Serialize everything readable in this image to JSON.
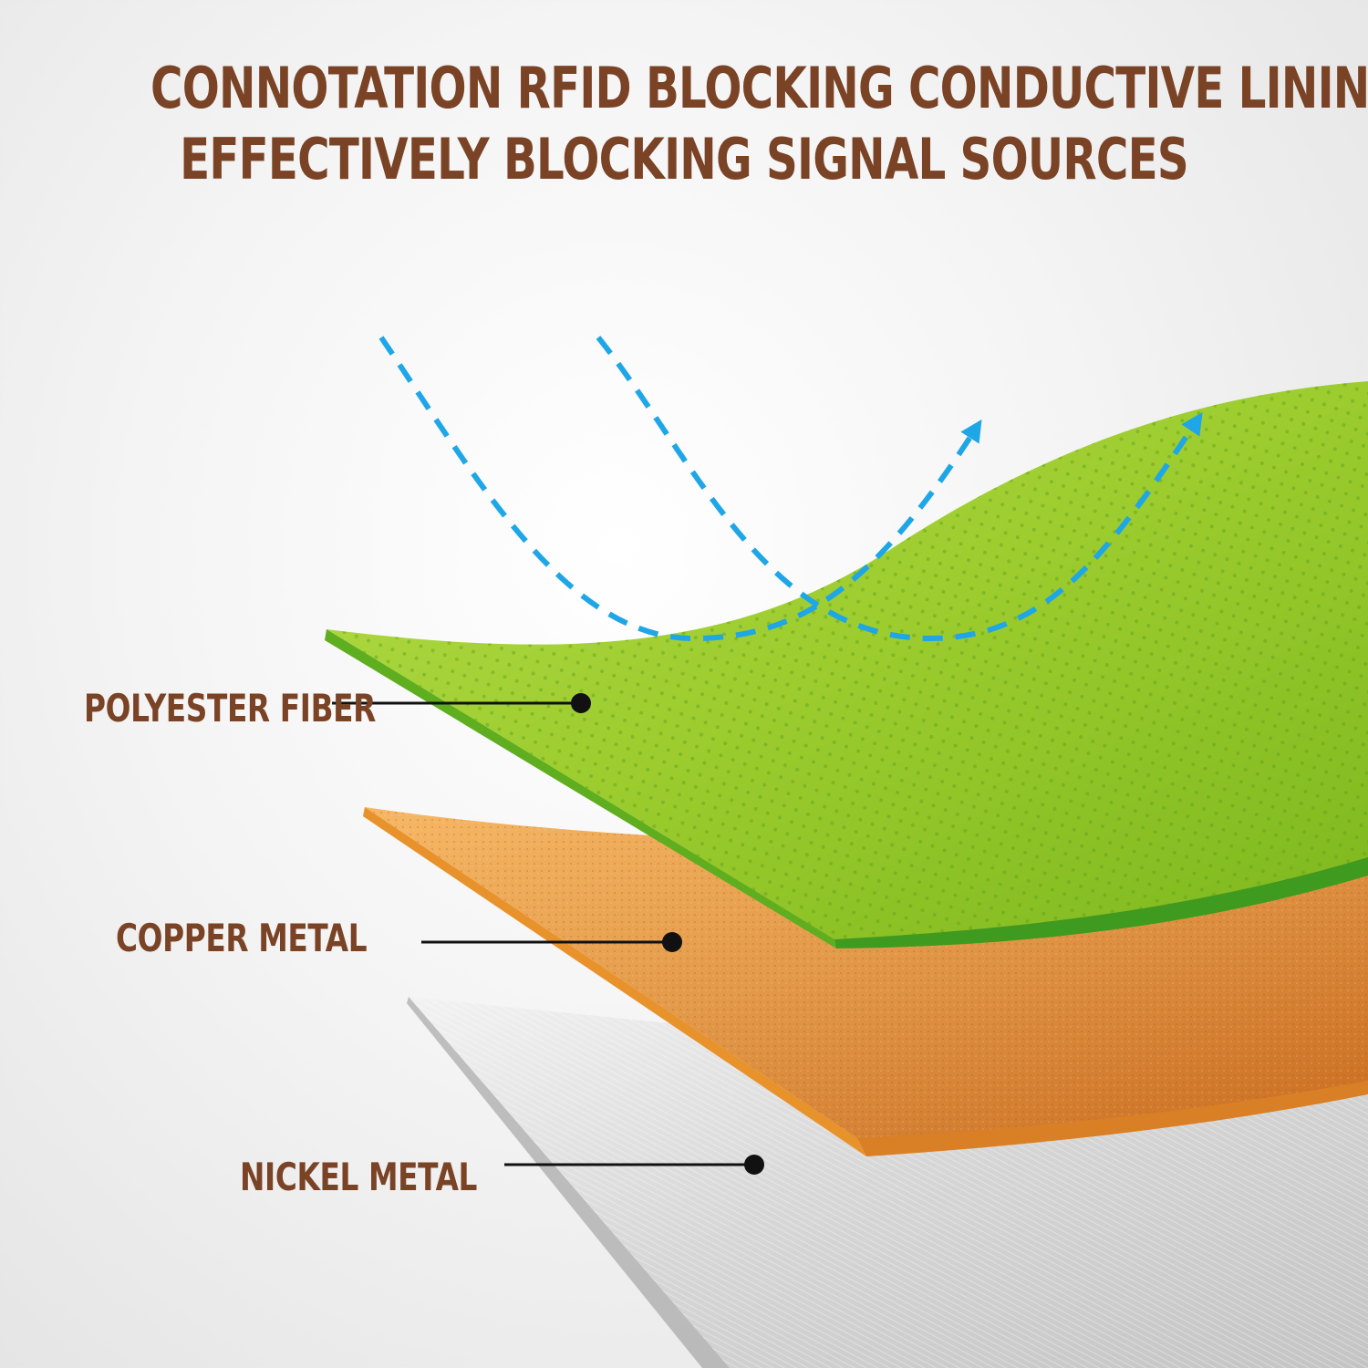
{
  "header": {
    "title_line1": "CONNOTATION RFID BLOCKING CONDUCTIVE LINING-",
    "title_line2": "EFFECTIVELY BLOCKING SIGNAL SOURCES"
  },
  "layers": [
    {
      "label": "POLYESTER FIBER",
      "color": "#8cc63f"
    },
    {
      "label": "COPPER METAL",
      "color": "#f0a33c"
    },
    {
      "label": "NICKEL METAL",
      "color": "#d8d8d8"
    }
  ],
  "colors": {
    "text": "#7a4326",
    "signal_arrow": "#1ea6e6",
    "leader_line": "#111111"
  },
  "icons": [
    "signal-arrow-icon",
    "signal-arrow-icon"
  ]
}
